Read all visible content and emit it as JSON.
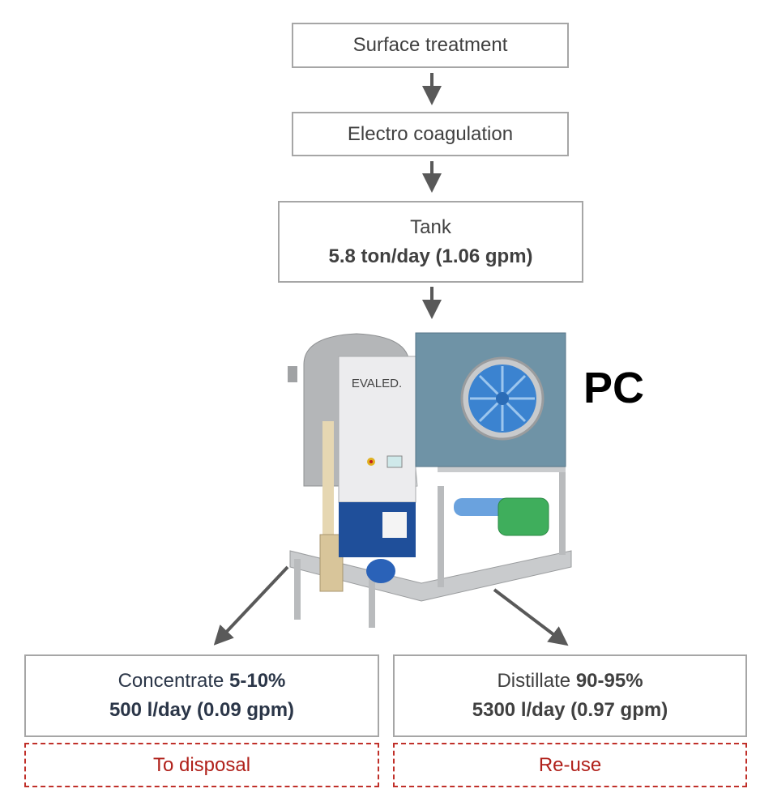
{
  "steps": [
    {
      "label": "Surface treatment"
    },
    {
      "label": "Electro coagulation"
    },
    {
      "label": "Tank",
      "detail": "5.8 ton/day (1.06 gpm)"
    }
  ],
  "machine": {
    "label": "PC",
    "logo": "EVALED."
  },
  "outputs": [
    {
      "name": "Concentrate",
      "percent": "5-10%",
      "flow": "500 l/day (0.09 gpm)",
      "destination": "To disposal"
    },
    {
      "name": "Distillate",
      "percent": "90-95%",
      "flow": "5300 l/day (0.97 gpm)",
      "destination": "Re-use"
    }
  ],
  "colors": {
    "arrow": "#595959",
    "border": "#a6a6a6",
    "dashed": "#c0302a"
  }
}
